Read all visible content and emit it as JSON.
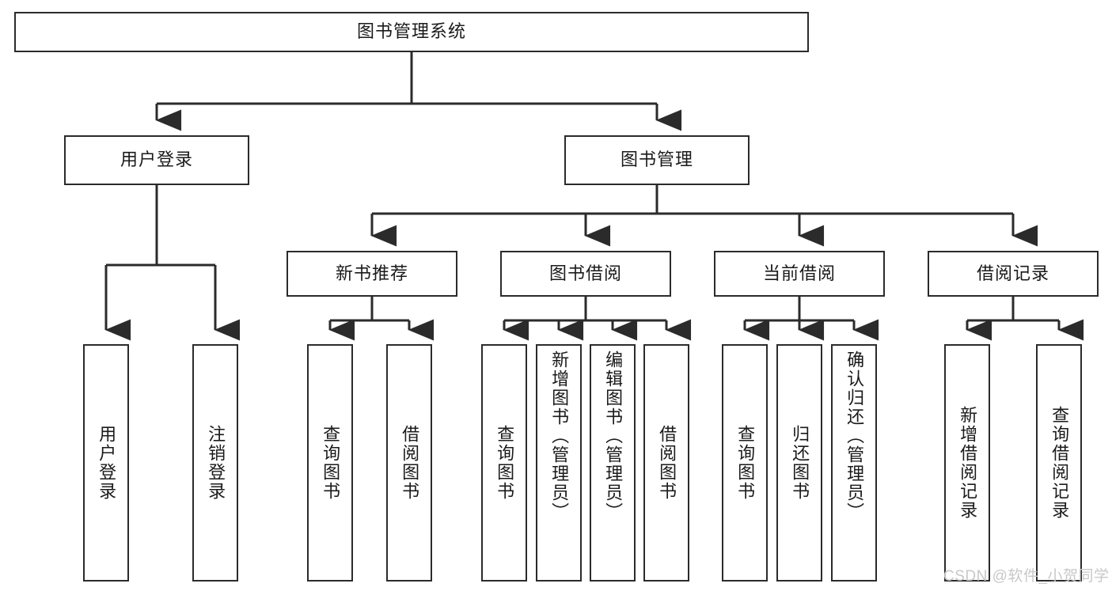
{
  "diagram": {
    "type": "tree-hierarchy-chart",
    "title": "图书管理系统",
    "watermark": "CSDN @软件_小贺同学",
    "colors": {
      "box_stroke": "#2b2b2b",
      "box_fill": "#ffffff",
      "connector": "#2b2b2b",
      "text": "#1a1a1a",
      "watermark": "#c8c8c8",
      "background": "#ffffff"
    },
    "root": {
      "label": "图书管理系统"
    },
    "level2": [
      {
        "label": "用户登录"
      },
      {
        "label": "图书管理"
      }
    ],
    "level3": [
      {
        "label": "新书推荐"
      },
      {
        "label": "图书借阅"
      },
      {
        "label": "当前借阅"
      },
      {
        "label": "借阅记录"
      }
    ],
    "leaves": {
      "user_login": [
        {
          "label": "用户登录"
        },
        {
          "label": "注销登录"
        }
      ],
      "new_book_recommend": [
        {
          "label": "查询图书"
        },
        {
          "label": "借阅图书"
        }
      ],
      "book_borrow": [
        {
          "label": "查询图书"
        },
        {
          "label": "新增图书（管理员）"
        },
        {
          "label": "编辑图书（管理员）"
        },
        {
          "label": "借阅图书"
        }
      ],
      "current_borrow": [
        {
          "label": "查询图书"
        },
        {
          "label": "归还图书"
        },
        {
          "label": "确认归还（管理员）"
        }
      ],
      "borrow_record": [
        {
          "label": "新增借阅记录"
        },
        {
          "label": "查询借阅记录"
        }
      ]
    }
  }
}
